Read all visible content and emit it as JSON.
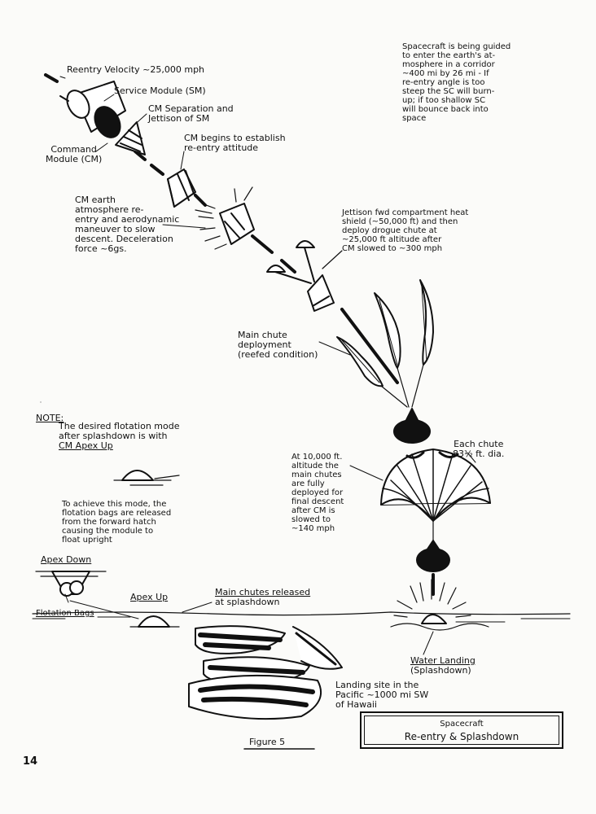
{
  "labels": {
    "reentry_velocity": "Reentry Velocity ~25,000 mph",
    "service_module": "Service Module (SM)",
    "cm_separation": [
      "CM Separation and",
      "Jettison of SM"
    ],
    "command_module": [
      "Command",
      "Module (CM)"
    ],
    "cm_begins": [
      "CM begins to establish",
      "re-entry attitude"
    ],
    "cm_earth": [
      "CM earth",
      "atmosphere re-",
      "entry and aerodynamic",
      "maneuver to slow",
      "descent. Deceleration",
      "force ~6gs."
    ],
    "spacecraft_guided": [
      "Spacecraft is being guided",
      "to enter the earth's at-",
      "mosphere in a corridor",
      "~400 mi by 26 mi - If",
      "re-entry angle is too",
      "steep the SC will burn-",
      "up; if too shallow SC",
      "will bounce back into",
      "space"
    ],
    "jettison": [
      "Jettison fwd compartment heat",
      "shield (~50,000 ft) and then",
      "deploy drogue chute at",
      "~25,000 ft altitude after",
      "CM slowed to ~300 mph"
    ],
    "main_chute": [
      "Main chute",
      "deployment",
      "(reefed condition)"
    ],
    "note_title": "NOTE:",
    "note_body": [
      "The desired flotation mode",
      "after splashdown is with",
      "CM Apex Up"
    ],
    "achieve": [
      "To achieve this mode, the",
      "flotation bags are released",
      "from the forward hatch",
      "causing the module to",
      "float upright"
    ],
    "at_10000": [
      "At 10,000 ft.",
      "altitude the",
      "main chutes",
      "are fully",
      "deployed for",
      "final descent",
      "after CM is",
      "slowed to",
      "~140 mph"
    ],
    "each_chute": [
      "Each chute",
      "83½ ft. dia."
    ],
    "apex_down": "Apex Down",
    "apex_up": "Apex Up",
    "flotation_bags": "Flotation Bags",
    "main_chutes_released": [
      "Main chutes released",
      "at splashdown"
    ],
    "water_landing": [
      "Water Landing",
      "(Splashdown)"
    ],
    "landing_site": [
      "Landing site in the",
      "Pacific ~1000 mi SW",
      "of Hawaii"
    ],
    "figure": "Figure  5",
    "caption_l1": "Spacecraft",
    "caption_l2": "Re-entry & Splashdown",
    "page_number": "14"
  }
}
